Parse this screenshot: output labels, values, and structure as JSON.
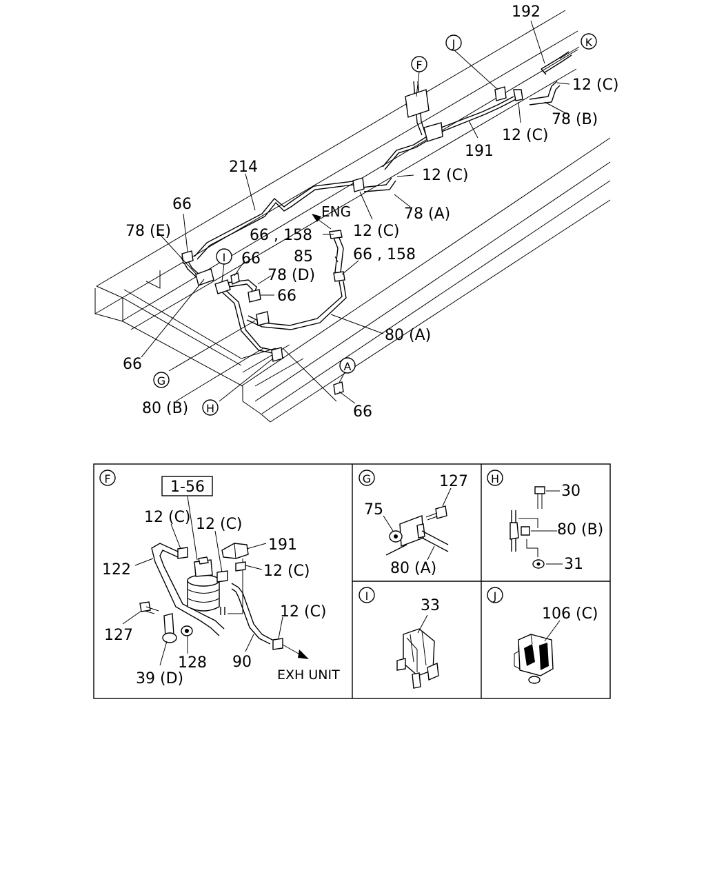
{
  "main_view": {
    "labels": {
      "p192": "192",
      "k": "K",
      "j": "J",
      "f": "F",
      "p12c_a": "12 (C)",
      "p78b": "78 (B)",
      "p12c_b": "12 (C)",
      "p191": "191",
      "p12c_c": "12 (C)",
      "p214": "214",
      "p78a": "78 (A)",
      "p12c_d": "12 (C)",
      "eng": "ENG",
      "p66_a": "66",
      "p78e": "78 (E)",
      "p66_158_a": "66 , 158",
      "p85": "85",
      "p66_158_b": "66 , 158",
      "i": "I",
      "p66_b": "66",
      "p78d": "78 (D)",
      "p66_c": "66",
      "p80a": "80 (A)",
      "p66_d": "66",
      "g": "G",
      "p80b": "80 (B)",
      "h": "H",
      "a": "A",
      "p66_e": "66"
    }
  },
  "details": {
    "f": {
      "letter": "F",
      "box_ref": "1-56",
      "p12c_1": "12 (C)",
      "p12c_2": "12 (C)",
      "p191": "191",
      "p122": "122",
      "p12c_3": "12 (C)",
      "p127": "127",
      "p12c_4": "12 (C)",
      "p128": "128",
      "p90": "90",
      "p39d": "39 (D)",
      "exh": "EXH UNIT"
    },
    "g": {
      "letter": "G",
      "p127": "127",
      "p75": "75",
      "p80a": "80 (A)"
    },
    "h": {
      "letter": "H",
      "p30": "30",
      "p80b": "80 (B)",
      "p31": "31"
    },
    "i": {
      "letter": "I",
      "p33": "33"
    },
    "j": {
      "letter": "J",
      "p106c": "106 (C)"
    }
  }
}
